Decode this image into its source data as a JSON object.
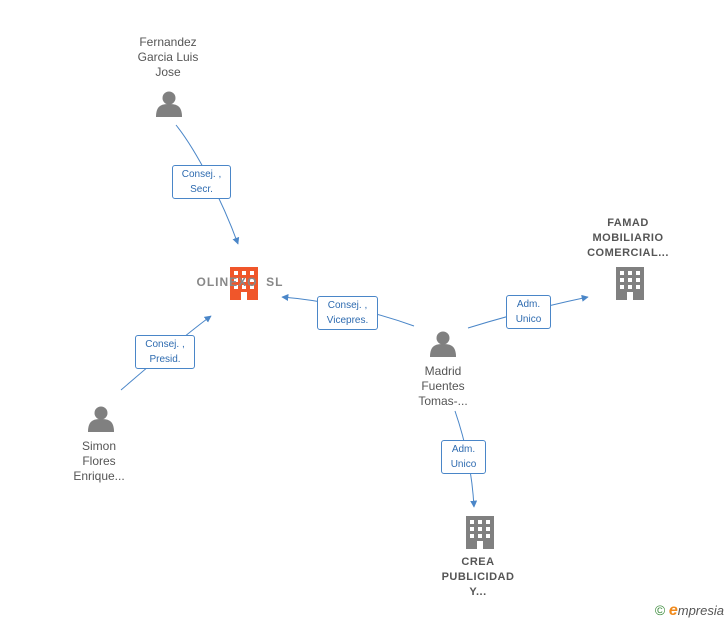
{
  "colors": {
    "edge": "#4a86c8",
    "person": "#808080",
    "company": "#808080",
    "main_company": "#f0562a"
  },
  "nodes": {
    "fernandez": {
      "lines": [
        "Fernandez",
        "Garcia Luis",
        "Jose"
      ],
      "icon": "person-icon"
    },
    "olinexo": {
      "lines": [
        "OLINEXO  SL"
      ],
      "icon": "building-icon"
    },
    "famad": {
      "lines": [
        "FAMAD",
        "MOBILIARIO",
        "COMERCIAL..."
      ],
      "icon": "building-icon"
    },
    "madrid": {
      "lines": [
        "Madrid",
        "Fuentes",
        "Tomas-..."
      ],
      "icon": "person-icon"
    },
    "simon": {
      "lines": [
        "Simon",
        "Flores",
        "Enrique..."
      ],
      "icon": "person-icon"
    },
    "crea": {
      "lines": [
        "CREA",
        "PUBLICIDAD",
        "Y..."
      ],
      "icon": "building-icon"
    }
  },
  "edges": {
    "fernandez_olinexo": {
      "lines": [
        "Consej. ,",
        "Secr."
      ]
    },
    "madrid_olinexo": {
      "lines": [
        "Consej. ,",
        "Vicepres."
      ]
    },
    "madrid_famad": {
      "lines": [
        "Adm.",
        "Unico"
      ]
    },
    "simon_olinexo": {
      "lines": [
        "Consej. ,",
        "Presid."
      ]
    },
    "madrid_crea": {
      "lines": [
        "Adm.",
        "Unico"
      ]
    }
  },
  "brand": {
    "copyright": "©",
    "initial": "e",
    "rest": "mpresia"
  }
}
